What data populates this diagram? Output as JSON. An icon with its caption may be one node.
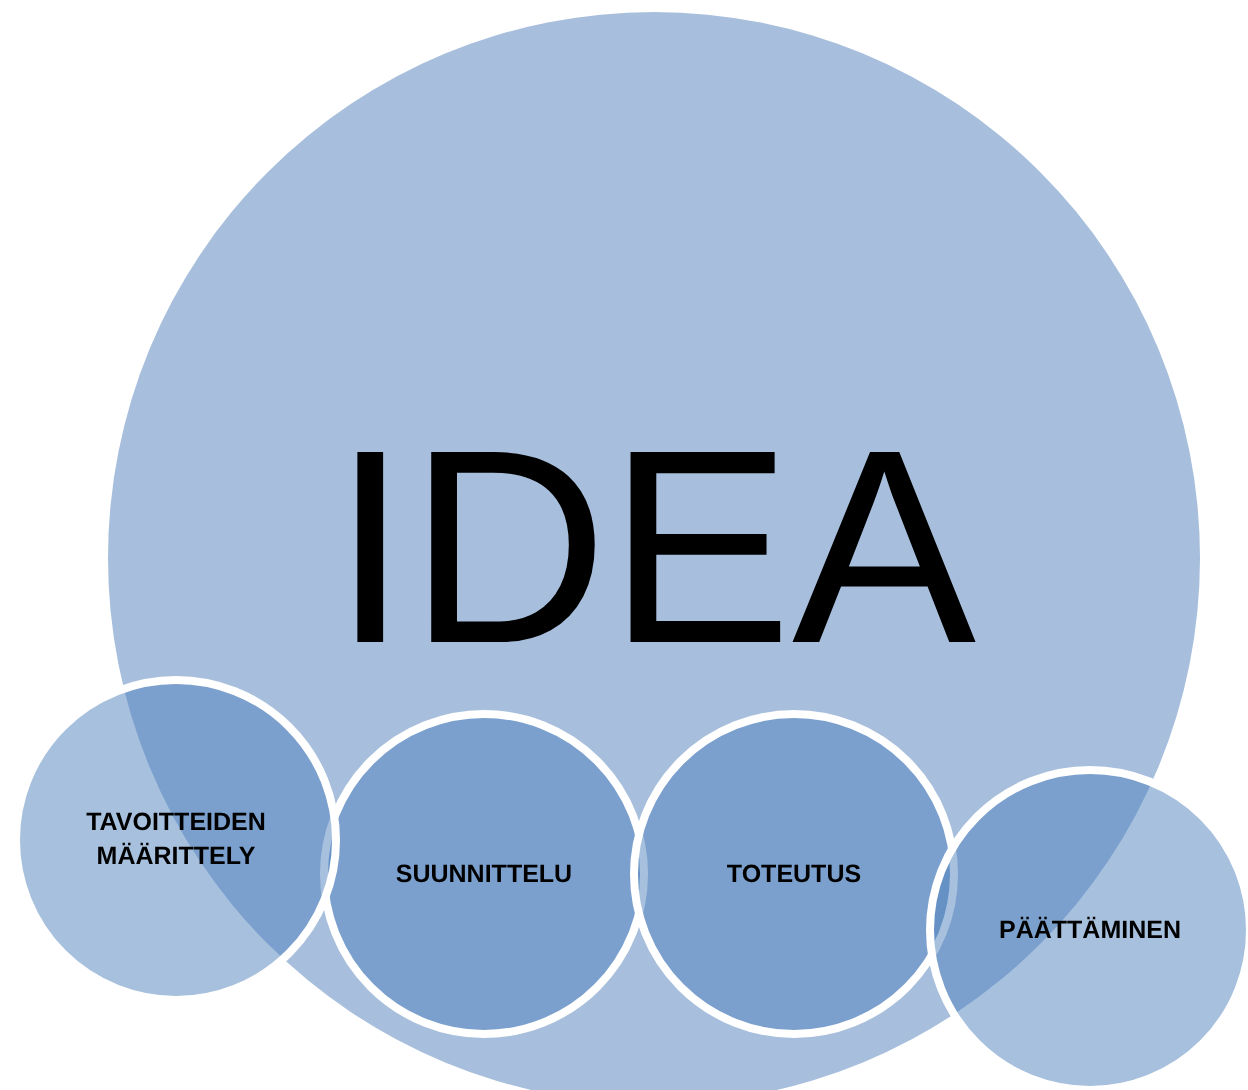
{
  "diagram": {
    "nodes": [
      {
        "text": [
          "IDEA"
        ]
      },
      {
        "text": [
          "TAVOITTEIDEN MÄÄRITTELY"
        ]
      },
      {
        "text": [
          "SUUNNITTELU"
        ],
        "in": 0
      },
      {
        "text": [
          "TOTEUTUS"
        ],
        "in": 0
      },
      {
        "text": [
          "PÄÄTTÄMINEN"
        ]
      }
    ]
  }
}
